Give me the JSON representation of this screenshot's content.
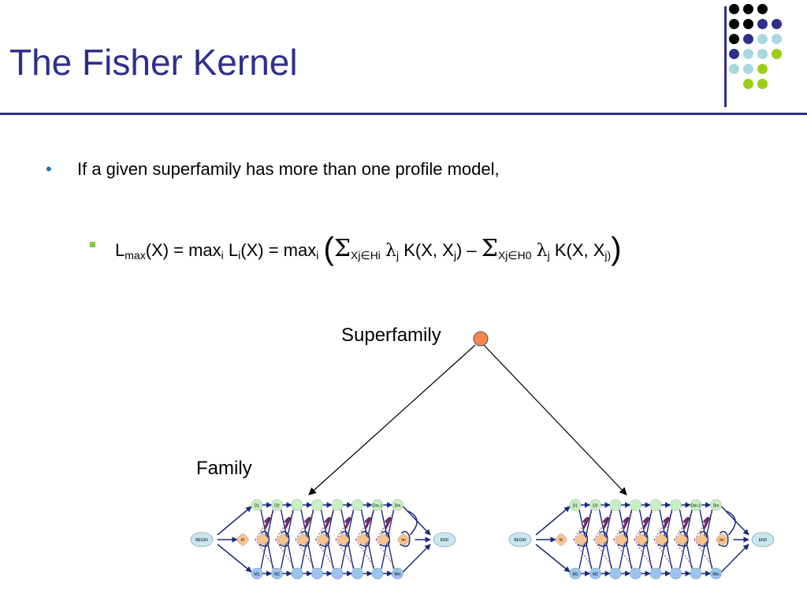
{
  "slide": {
    "title": "The Fisher Kernel",
    "bullet1": "If a given superfamily has more than one profile model,",
    "formula": {
      "lhs": "L",
      "lhs_sub": "max",
      "part1": "(X) = max",
      "sub_i1": "i",
      "part2": " L",
      "sub_i2": "i",
      "part3": "(X) = max",
      "sub_i3": "i",
      "open_paren": "(",
      "sigma": "Σ",
      "sum1_sub": "Xj∈Hi",
      "lambda": "λ",
      "sub_j1": "j",
      "kernel1": " K(X, X",
      "sub_j2": "j",
      "minus": ") – ",
      "sum2_sub": "Xj∈H0",
      "sub_j3": "j",
      "kernel2": " K(X, X",
      "sub_j4": "j",
      "close_inner": ")",
      "close_paren": ")"
    },
    "diagram": {
      "root_label": "Superfamily",
      "child_label": "Family",
      "hmm_labels": {
        "begin": "BEGIN",
        "end": "END",
        "d": [
          "D1",
          "D2",
          "",
          "",
          "",
          "",
          "Dm-1",
          "Dm"
        ],
        "m": [
          "M1",
          "M2",
          "",
          "",
          "",
          "",
          "",
          "Mm"
        ],
        "i": [
          "I0",
          "",
          "",
          "",
          "",
          "",
          "",
          "Im"
        ]
      }
    }
  },
  "colors": {
    "title": "#2e2f8c",
    "root_node": "#f4874b",
    "delete_node": "#c8f0c0",
    "match_node": "#9cc4f0",
    "insert_node": "#f7c48e",
    "edge": "#1a2a7a",
    "logo_dots": [
      "#000000",
      "#2e2f8c",
      "#a8d8e0",
      "#9acd1a"
    ]
  }
}
